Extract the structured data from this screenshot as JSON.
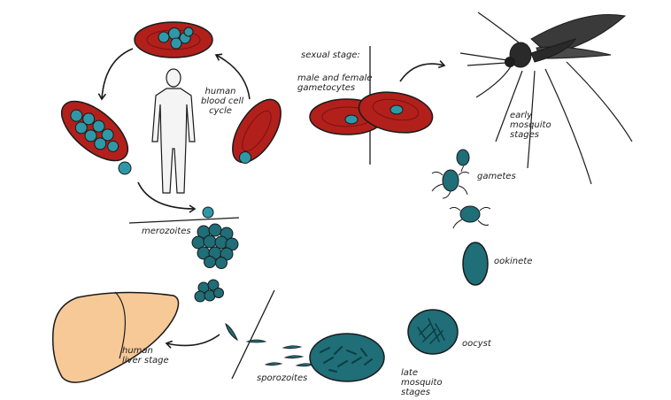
{
  "labels": {
    "human_blood_cell_cycle": [
      "human",
      "blood cell",
      "cycle"
    ],
    "sexual_stage": "sexual stage:",
    "gametocytes": [
      "male and female",
      "gametocytes"
    ],
    "early_mosquito": [
      "early",
      "mosquito",
      "stages"
    ],
    "gametes": "gametes",
    "merozoites": "merozoites",
    "ookinete": "ookinete",
    "oocyst": "oocyst",
    "late_mosquito": [
      "late",
      "mosquito",
      "stages"
    ],
    "sporozoites": "sporozoites",
    "human_liver": [
      "human",
      "liver stage"
    ]
  },
  "colors": {
    "red_cell": "#b2201c",
    "parasite": "#2f98a8",
    "teal_dark": "#1f6e78",
    "liver": "#f6c997",
    "outline": "#1a1a1a"
  }
}
